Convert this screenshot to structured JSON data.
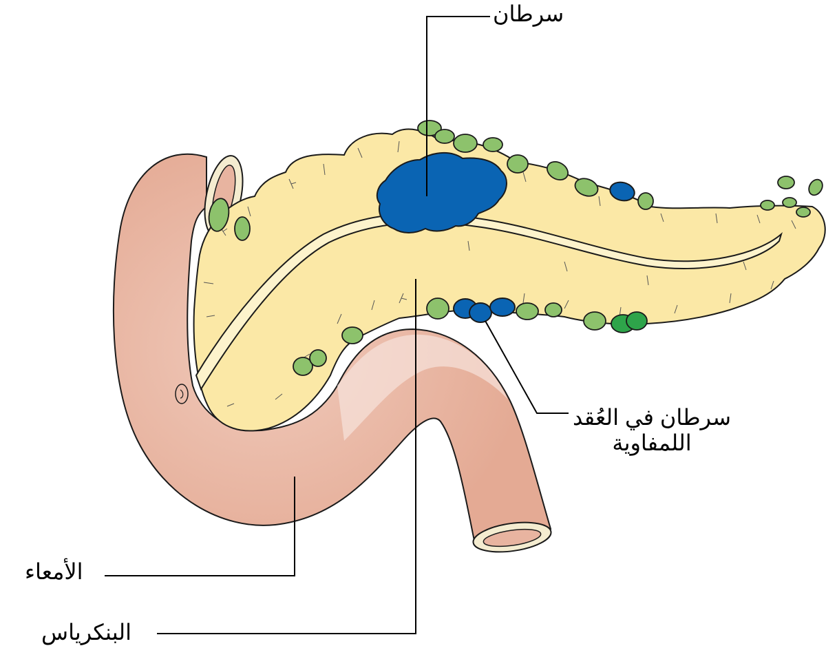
{
  "colors": {
    "intestine": "#e8b4a0",
    "intestine_highlight": "#f9eae4",
    "intestine_lumen": "#f4ecd0",
    "pancreas": "#fbe8a6",
    "duct": "#fdf3cc",
    "lymph_node": "#8dc26c",
    "lymph_node_dark": "#2ea44a",
    "tumor": "#0a64b3",
    "outline": "#1a1a1a",
    "leader_line": "#000000"
  },
  "labels": {
    "cancer": "سرطان",
    "lymph_nodes_line1": "سرطان في العُقد",
    "lymph_nodes_line2": "اللمفاوية",
    "intestine": "الأمعاء",
    "pancreas": "البنكرياس"
  }
}
